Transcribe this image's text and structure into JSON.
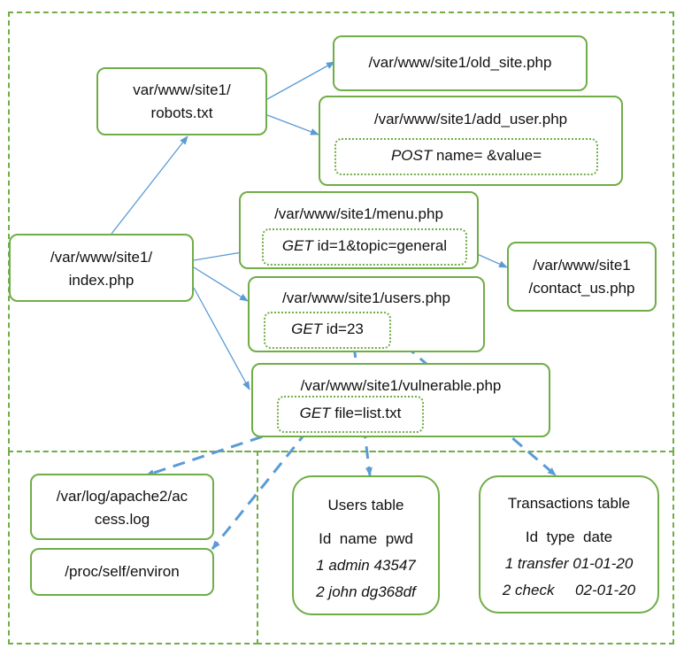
{
  "colors": {
    "border": "#70ad47",
    "arrow_solid": "#5b9bd5",
    "arrow_dashed": "#5b9bd5"
  },
  "nodes": {
    "index": {
      "lines": [
        "/var/www/site1/",
        "index.php"
      ]
    },
    "robots": {
      "lines": [
        "var/www/site1/",
        "robots.txt"
      ]
    },
    "old_site": {
      "lines": [
        "/var/www/site1/old_site.php"
      ]
    },
    "add_user": {
      "title": "/var/www/site1/add_user.php",
      "param": {
        "verb": "POST",
        "text": " name= &value="
      }
    },
    "menu": {
      "title": "/var/www/site1/menu.php",
      "param": {
        "verb": "GET",
        "text": " id=1&topic=general"
      }
    },
    "contact_us": {
      "lines": [
        "/var/www/site1",
        "/contact_us.php"
      ]
    },
    "users": {
      "title": "/var/www/site1/users.php",
      "param": {
        "verb": "GET",
        "text": " id=23"
      }
    },
    "vulnerable": {
      "title": "/var/www/site1/vulnerable.php",
      "param": {
        "verb": "GET",
        "text": " file=list.txt"
      }
    },
    "access_log": {
      "lines": [
        "/var/log/apache2/ac",
        "cess.log"
      ]
    },
    "environ": {
      "lines": [
        "/proc/self/environ"
      ]
    },
    "users_table": {
      "title": "Users table",
      "header": "Id  name  pwd",
      "rows": [
        "1 admin 43547",
        "2 john dg368df"
      ]
    },
    "transactions_table": {
      "title": "Transactions table",
      "header": "Id  type  date",
      "rows": [
        "1 transfer 01-01-20",
        "2 check     02-01-20"
      ]
    }
  }
}
